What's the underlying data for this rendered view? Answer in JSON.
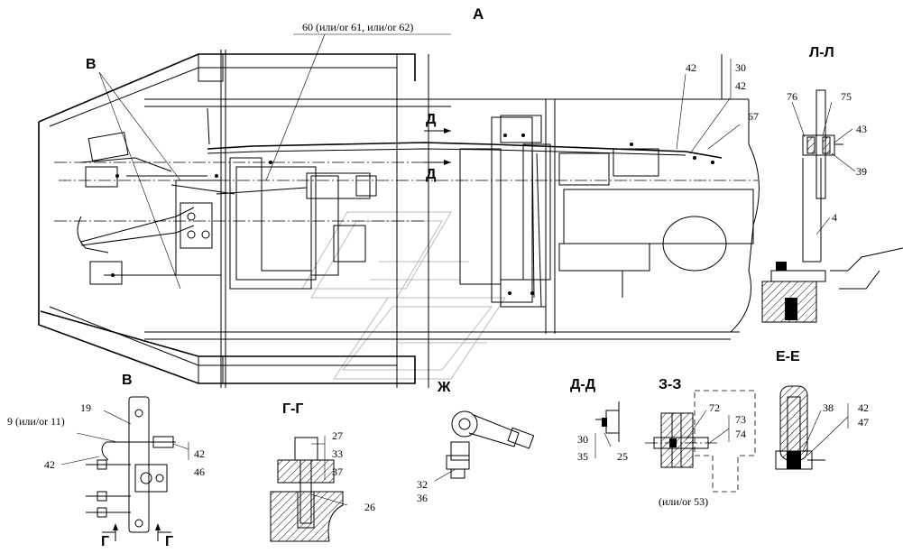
{
  "views": {
    "main_view_label": "А",
    "section_v_main": "В",
    "section_l_l": "Л-Л",
    "section_d_top": "Д",
    "section_d_bottom": "Д",
    "detail_v": "В",
    "section_g_g": "Г-Г",
    "view_zh": "Ж",
    "section_d_d": "Д-Д",
    "section_z_z": "З-З",
    "section_e_e": "Е-Е",
    "cut_g_left": "Г",
    "cut_g_right": "Г"
  },
  "callouts": {
    "main_60": "60 (или/or 61, или/or 62)",
    "main_42": "42",
    "main_30": "30",
    "main_42b": "42",
    "main_67": "67",
    "ll_76": "76",
    "ll_75": "75",
    "ll_43": "43",
    "ll_39": "39",
    "ll_4": "4",
    "v_19": "19",
    "v_9": "9 (или/or 11)",
    "v_42a": "42",
    "v_42b": "42",
    "v_46": "46",
    "gg_27": "27",
    "gg_33": "33",
    "gg_37": "37",
    "gg_26": "26",
    "zh_32": "32",
    "zh_36": "36",
    "dd_30": "30",
    "dd_35": "35",
    "dd_25": "25",
    "zz_72": "72",
    "zz_73": "73",
    "zz_74": "74",
    "zz_53": "(или/or  53)",
    "ee_38": "38",
    "ee_42": "42",
    "ee_47": "47"
  }
}
